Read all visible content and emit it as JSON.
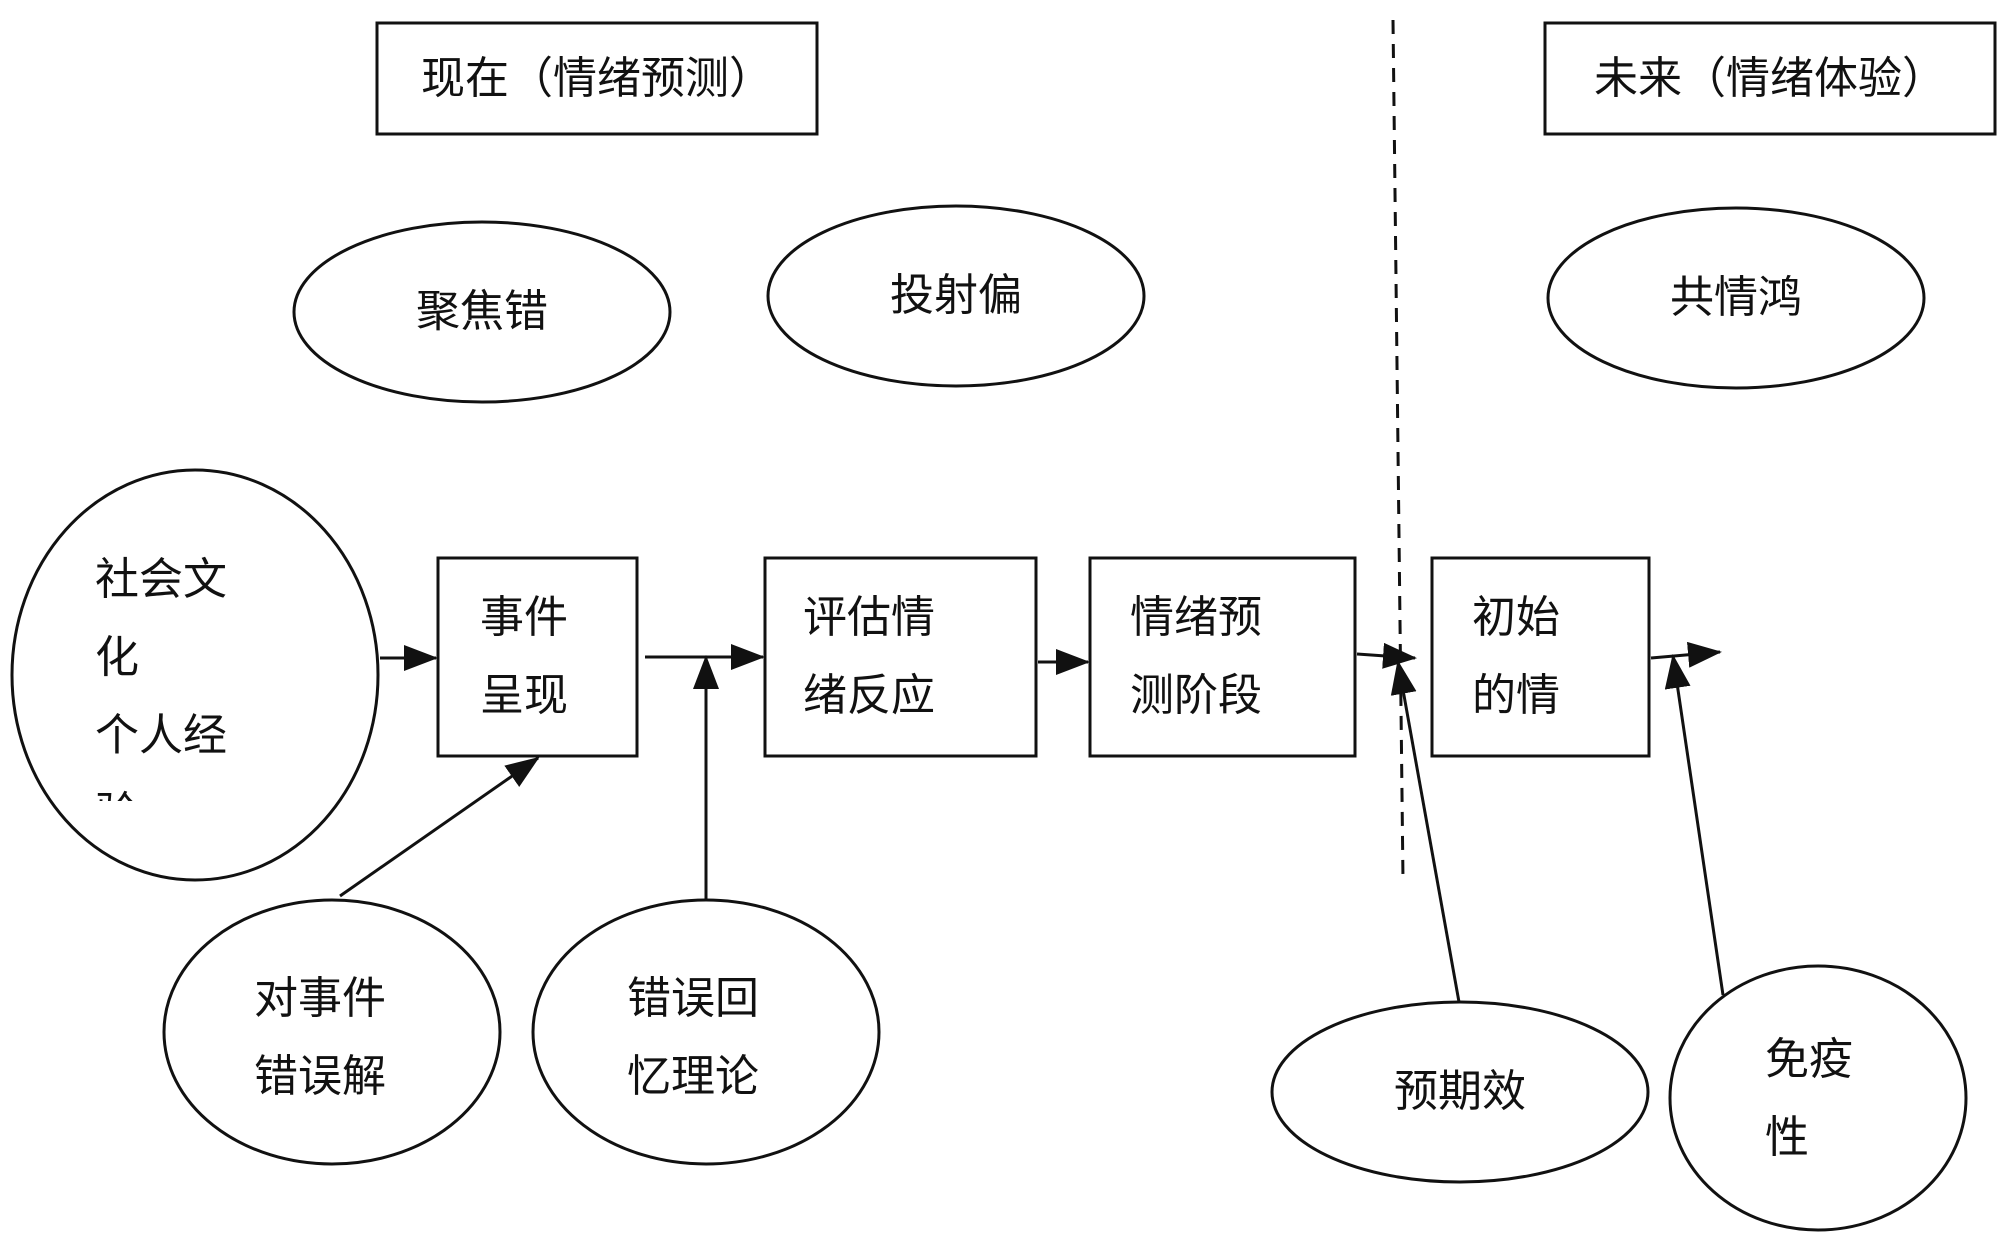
{
  "headers": {
    "present": "现在（情绪预测）",
    "future": "未来（情绪体验）"
  },
  "top_ellipses": {
    "focusing": "聚焦错",
    "projection": "投射偏",
    "empathy": "共情鸿"
  },
  "left_circle": {
    "lines": [
      "社会文",
      "化",
      "个人经",
      "验"
    ]
  },
  "process": {
    "event": [
      "事件",
      "呈现"
    ],
    "appraisal": [
      "评估情",
      "绪反应"
    ],
    "forecast": [
      "情绪预",
      "测阶段"
    ],
    "initial": [
      "初始",
      "的情"
    ]
  },
  "bottom_ellipses": {
    "misconstrual": [
      "对事件",
      "错误解"
    ],
    "memory": [
      "错误回",
      "忆理论"
    ],
    "expectation": "预期效",
    "immune": [
      "免疫",
      "性"
    ]
  }
}
